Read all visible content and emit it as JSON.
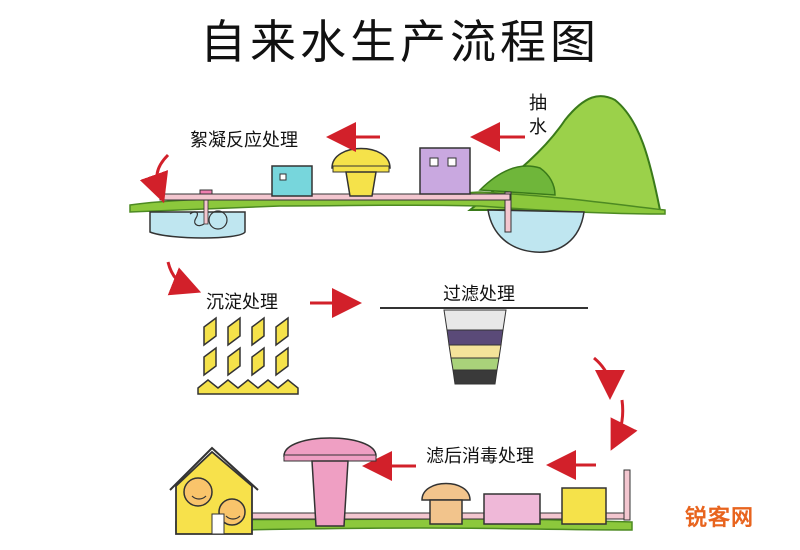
{
  "title": "自来水生产流程图",
  "steps": {
    "pump": "抽水",
    "coagulation": "絮凝反应处理",
    "sedimentation": "沉淀处理",
    "filtration": "过滤处理",
    "disinfection": "滤后消毒处理"
  },
  "watermark": "锐客网",
  "colors": {
    "arrow": "#d2202a",
    "grass": "#8cc83c",
    "mountain": "#9bd14a",
    "water": "#bfe6f0",
    "pipe": "#f3c6cf",
    "tower_yellow": "#f5e24a",
    "tower_pink": "#ef9fc3",
    "building_purple": "#c9a8e0",
    "building_teal": "#77d6dc",
    "house": "#f7e14b",
    "tank_peach": "#f2c48c"
  }
}
